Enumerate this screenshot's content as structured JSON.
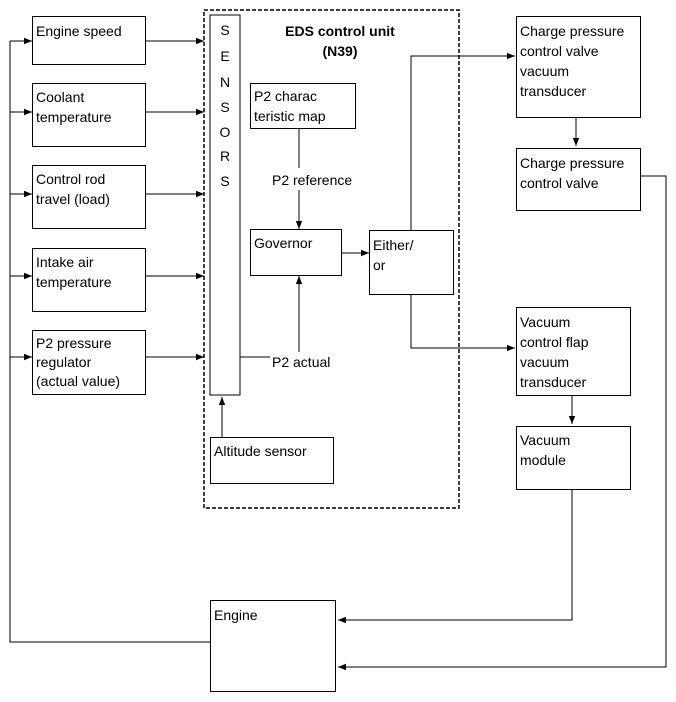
{
  "inputs": {
    "engine_speed": "Engine speed",
    "coolant_temp": "Coolant\ntemperature",
    "control_rod": "Control rod\ntravel (load)",
    "intake_air": "Intake air\ntemperature",
    "p2_regulator": "P2 pressure\nregulator\n(actual value)"
  },
  "control_unit": {
    "title": "EDS control unit",
    "code": "(N39)",
    "sensors_letters": [
      "S",
      "E",
      "N",
      "S",
      "O",
      "R",
      "S"
    ],
    "p2_map": "P2 charac\nteristic map",
    "p2_reference": "P2 reference",
    "governor": "Governor",
    "either_or": "Either/\nor",
    "p2_actual": "P2 actual",
    "altitude_sensor": "Altitude sensor"
  },
  "outputs": {
    "charge_transducer": "Charge pressure\ncontrol valve\nvacuum\ntransducer",
    "charge_valve": "Charge pressure\ncontrol valve",
    "vacuum_transducer": "Vacuum\ncontrol flap\nvacuum\ntransducer",
    "vacuum_module": "Vacuum\nmodule",
    "engine": "Engine"
  }
}
